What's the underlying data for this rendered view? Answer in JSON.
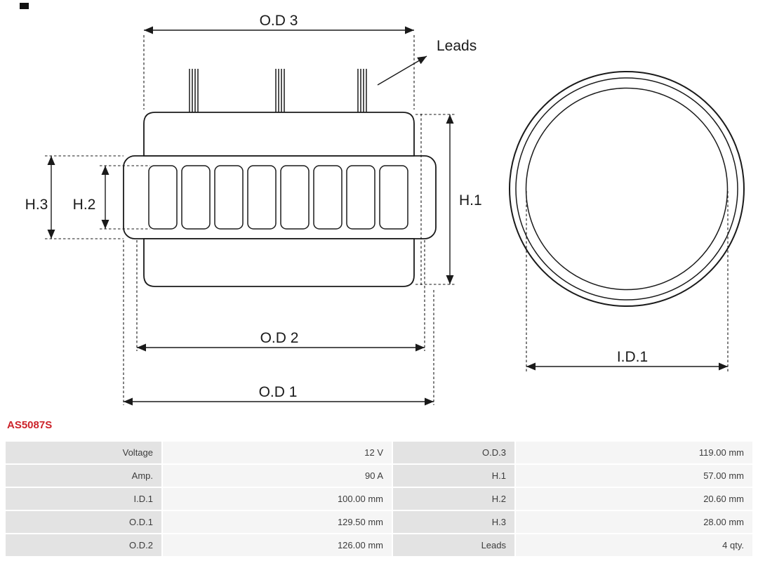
{
  "part_number": "AS5087S",
  "colors": {
    "part_number_text": "#cc2229",
    "drawing_lines": "#1a1a1a",
    "table_label_bg": "#e3e3e3",
    "table_value_bg": "#f5f5f5",
    "table_text": "#3c3c3c"
  },
  "diagram": {
    "side_view": {
      "od3_label": "O.D 3",
      "od2_label": "O.D 2",
      "od1_label": "O.D 1",
      "h1_label": "H.1",
      "h2_label": "H.2",
      "h3_label": "H.3",
      "leads_label": "Leads"
    },
    "front_view": {
      "id1_label": "I.D.1"
    }
  },
  "spec_table": {
    "rows": [
      {
        "l_label": "Voltage",
        "l_value": "12 V",
        "r_label": "O.D.3",
        "r_value": "119.00 mm"
      },
      {
        "l_label": "Amp.",
        "l_value": "90 A",
        "r_label": "H.1",
        "r_value": "57.00 mm"
      },
      {
        "l_label": "I.D.1",
        "l_value": "100.00 mm",
        "r_label": "H.2",
        "r_value": "20.60 mm"
      },
      {
        "l_label": "O.D.1",
        "l_value": "129.50 mm",
        "r_label": "H.3",
        "r_value": "28.00 mm"
      },
      {
        "l_label": "O.D.2",
        "l_value": "126.00 mm",
        "r_label": "Leads",
        "r_value": "4 qty."
      }
    ]
  }
}
